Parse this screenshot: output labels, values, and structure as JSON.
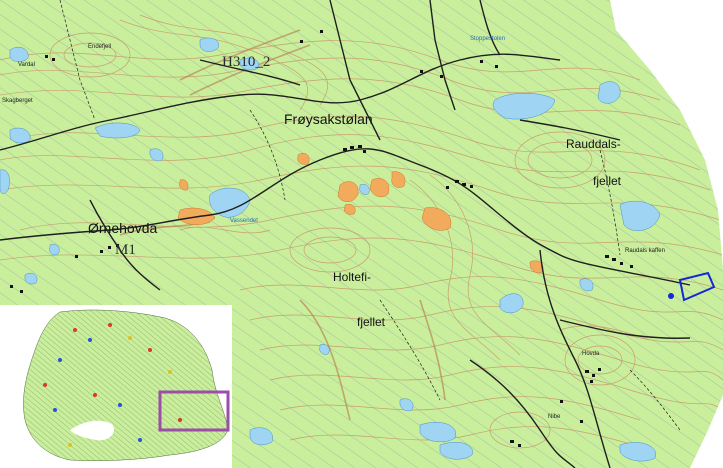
{
  "labels": {
    "froysakstolan": "Frøysakstølan",
    "rauddals_line1": "Rauddals-",
    "rauddals_line2": "fjellet",
    "ornehovda": "Ørnehovda",
    "holtefi_line1": "Holtefi-",
    "holtefi_line2": "fjellet",
    "h310": "H310_2",
    "m1": "M1",
    "endefjell": "Endefjell",
    "skagberget": "Skagberget",
    "hovda": "Hovda",
    "nibe": "Nibe",
    "raudals_kaffen": "Raudals kaffen",
    "stoppestolen": "Stoppestolen",
    "vassendet": "Vassendet"
  },
  "colors": {
    "land": "#c9ee9c",
    "water": "#9fd4f2",
    "contour": "#c8976a",
    "quarry": "#f2aa5c",
    "road": "#1f1f1f",
    "hatch": "#8a9aa8",
    "aoi": "#1428d8",
    "inset_frame": "#9b4fa8",
    "sea": "#ffffff"
  },
  "inset": {
    "area": "overview map (lower left)",
    "highlight": "purple frame marks detail area"
  }
}
